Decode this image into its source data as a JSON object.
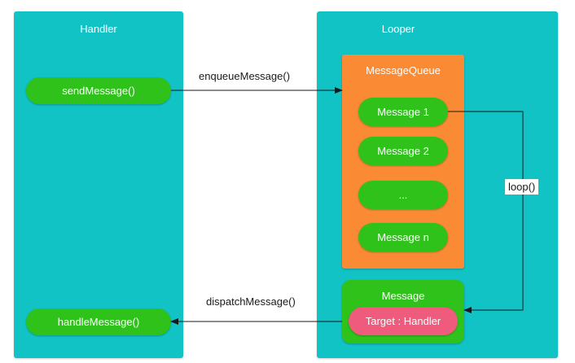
{
  "handler": {
    "title": "Handler",
    "send_label": "sendMessage()",
    "handle_label": "handleMessage()"
  },
  "looper": {
    "title": "Looper",
    "queue": {
      "title": "MessageQueue",
      "items": [
        "Message 1",
        "Message 2",
        "...",
        "Message n"
      ]
    },
    "message": {
      "title": "Message",
      "target_label": "Target : Handler"
    }
  },
  "edges": {
    "enqueue": "enqueueMessage()",
    "dispatch": "dispatchMessage()",
    "loop": "loop()"
  },
  "colors": {
    "panel": "#12c3c6",
    "pill": "#2fc21a",
    "queue": "#fb8a34",
    "target": "#ef5b7d"
  }
}
